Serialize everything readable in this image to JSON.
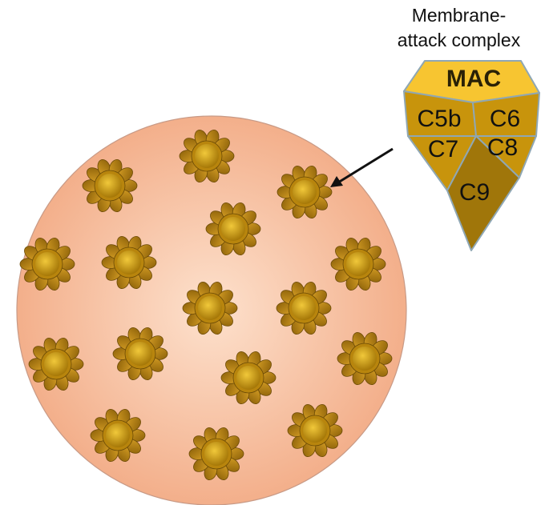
{
  "caption": {
    "line1": "Membrane-",
    "line2": "attack complex"
  },
  "mac": {
    "title": "MAC",
    "segments": [
      "C5b",
      "C6",
      "C7",
      "C8",
      "C9"
    ]
  },
  "colors": {
    "cell_center": "#fde1cd",
    "cell_edge": "#f2aa84",
    "cell_outline": "#c89a86",
    "pore_petal": "#b07c0e",
    "pore_core_light": "#f1c83a",
    "pore_core_dark": "#a67808",
    "mac_top": "#f7c531",
    "mac_mid": "#c8940c",
    "mac_bottom": "#a0760a",
    "mac_stroke": "#8fa7b4",
    "arrow": "#111111"
  },
  "pore_count": 17
}
